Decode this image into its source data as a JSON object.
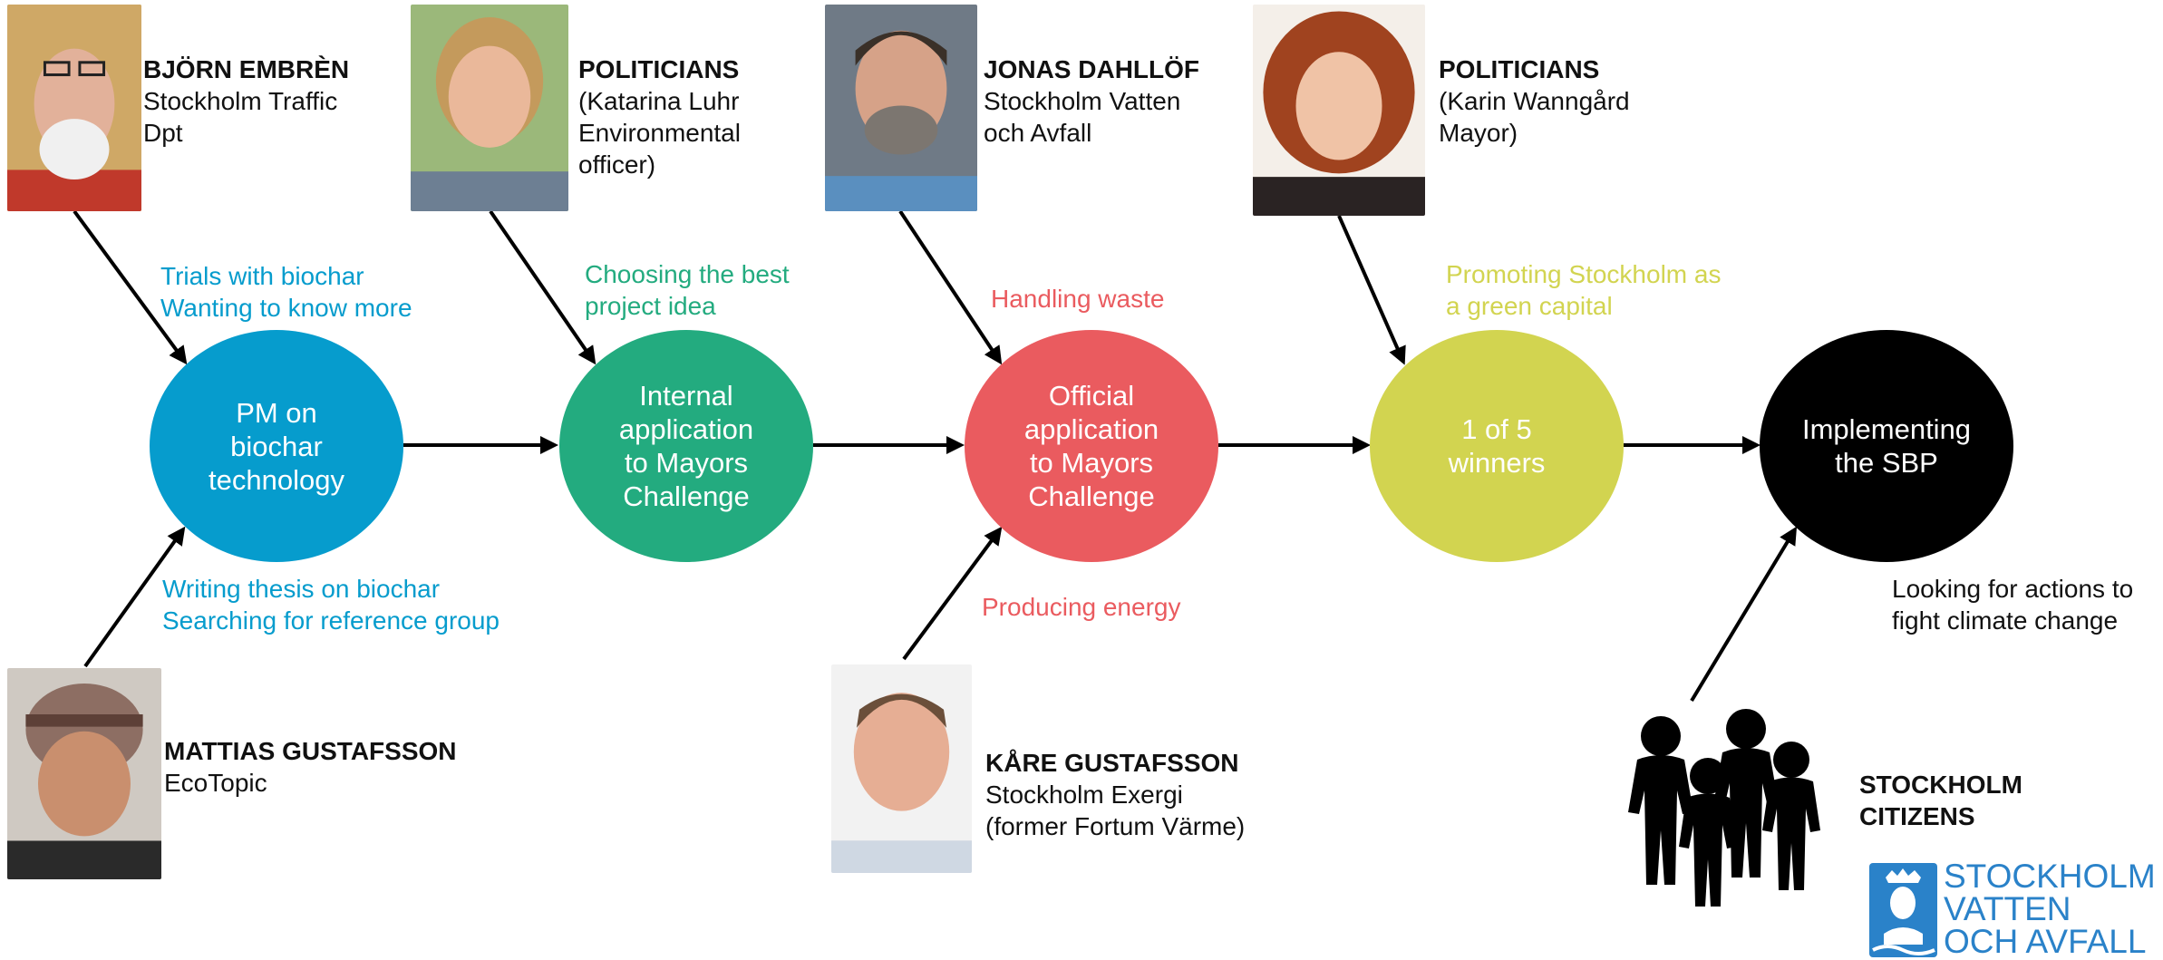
{
  "colors": {
    "blue": "#069ccd",
    "green": "#23ab7f",
    "red": "#ea5b5f",
    "yellow": "#d2d450",
    "black": "#000000",
    "logo_blue": "#2a82c9"
  },
  "nodes": [
    {
      "id": "pm",
      "lines": [
        "PM on",
        "biochar",
        "technology"
      ],
      "color": "#069ccd"
    },
    {
      "id": "internal",
      "lines": [
        "Internal",
        "application",
        "to Mayors",
        "Challenge"
      ],
      "color": "#23ab7f"
    },
    {
      "id": "official",
      "lines": [
        "Official",
        "application",
        "to Mayors",
        "Challenge"
      ],
      "color": "#ea5b5f"
    },
    {
      "id": "winners",
      "lines": [
        "1 of 5",
        "winners"
      ],
      "color": "#d2d450"
    },
    {
      "id": "implementing",
      "lines": [
        "Implementing",
        "the SBP"
      ],
      "color": "#000000"
    }
  ],
  "notes": [
    {
      "id": "trials",
      "lines": [
        "Trials with biochar",
        "Wanting to know more"
      ],
      "color": "#069ccd"
    },
    {
      "id": "thesis",
      "lines": [
        "Writing thesis on biochar",
        "Searching for reference group"
      ],
      "color": "#069ccd"
    },
    {
      "id": "choosing",
      "lines": [
        "Choosing the best",
        "project idea"
      ],
      "color": "#23ab7f"
    },
    {
      "id": "waste",
      "lines": [
        "Handling waste"
      ],
      "color": "#ea5b5f"
    },
    {
      "id": "energy",
      "lines": [
        "Producing energy"
      ],
      "color": "#ea5b5f"
    },
    {
      "id": "promoting",
      "lines": [
        "Promoting Stockholm as",
        "a green capital"
      ],
      "color": "#d2d450"
    },
    {
      "id": "looking",
      "lines": [
        "Looking for actions to",
        "fight climate change"
      ],
      "color": "#111111"
    }
  ],
  "people": [
    {
      "id": "bjorn",
      "name": "BJÖRN EMBRÈN",
      "lines": [
        "Stockholm Traffic",
        "Dpt"
      ]
    },
    {
      "id": "katarina",
      "name": "POLITICIANS",
      "lines": [
        "(Katarina Luhr",
        "Environmental",
        "officer)"
      ]
    },
    {
      "id": "jonas",
      "name": "JONAS DAHLLÖF",
      "lines": [
        "Stockholm Vatten",
        "och Avfall"
      ]
    },
    {
      "id": "karin",
      "name": "POLITICIANS",
      "lines": [
        "(Karin Wanngård",
        "Mayor)"
      ]
    },
    {
      "id": "mattias",
      "name": "MATTIAS GUSTAFSSON",
      "lines": [
        "EcoTopic"
      ]
    },
    {
      "id": "kare",
      "name": "KÅRE GUSTAFSSON",
      "lines": [
        "Stockholm Exergi",
        "(former Fortum Värme)"
      ]
    },
    {
      "id": "citizens",
      "name": "STOCKHOLM",
      "lines": [
        "CITIZENS"
      ]
    }
  ],
  "logo": {
    "lines": [
      "STOCKHOLM",
      "VATTEN",
      "OCH AVFALL"
    ],
    "icon": "coat-of-arms-icon"
  }
}
